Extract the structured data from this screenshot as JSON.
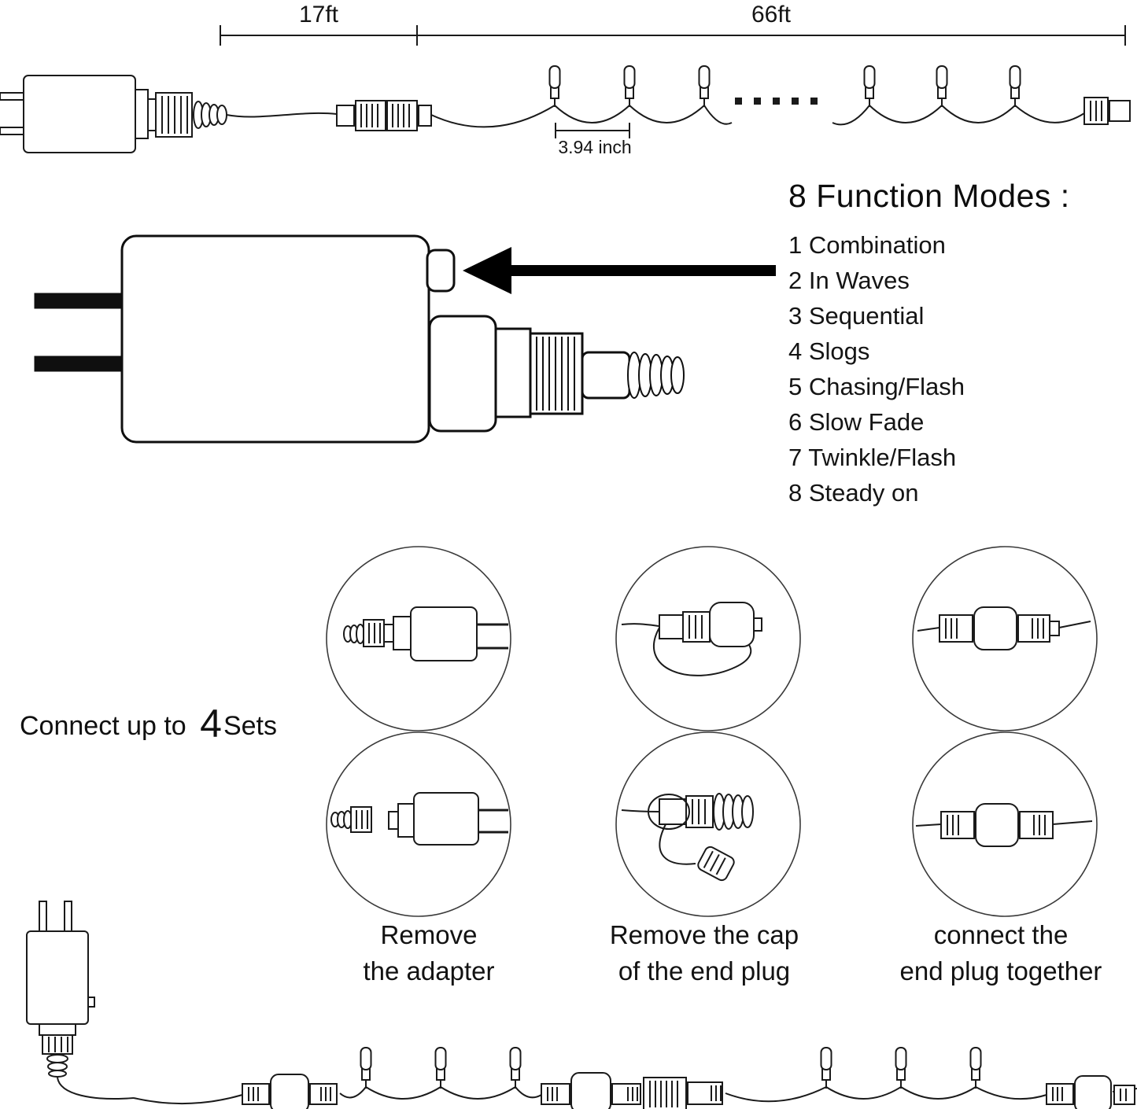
{
  "top_diagram": {
    "dim_17ft": "17ft",
    "dim_66ft": "66ft",
    "bulb_spacing": "3.94 inch"
  },
  "function_modes": {
    "title": "8 Function Modes :",
    "items": [
      "1 Combination",
      "2 In Waves",
      "3 Sequential",
      "4 Slogs",
      "5 Chasing/Flash",
      "6 Slow Fade",
      "7 Twinkle/Flash",
      "8 Steady on"
    ]
  },
  "connect": {
    "prefix": "Connect up to ",
    "count": "4",
    "suffix": "Sets"
  },
  "steps": [
    {
      "line1": "Remove",
      "line2": "the adapter"
    },
    {
      "line1": "Remove the cap",
      "line2": "of the end plug"
    },
    {
      "line1": "connect the",
      "line2": "end plug together"
    }
  ]
}
